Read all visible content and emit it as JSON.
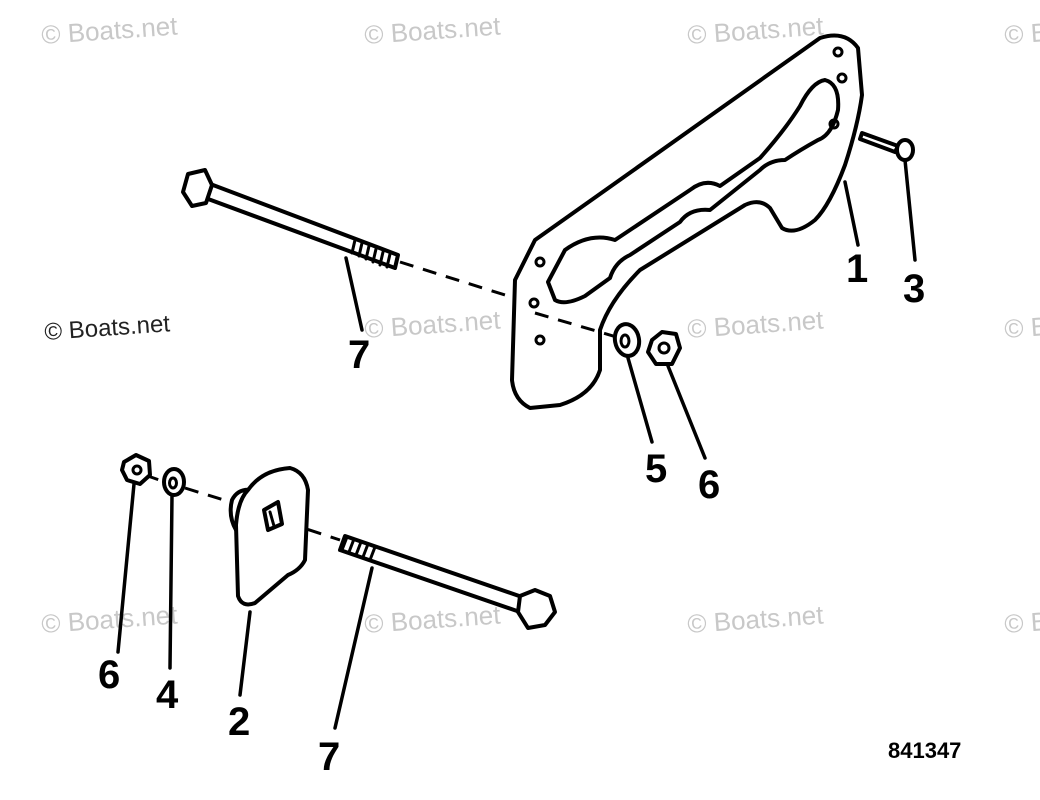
{
  "watermarks": {
    "text": "© Boats.net"
  },
  "callouts": {
    "bracket": "1",
    "plate": "2",
    "screw": "3",
    "washer_lower": "4",
    "washer_upper": "5",
    "nut_upper": "6",
    "nut_lower": "6",
    "bolt_upper": "7",
    "bolt_lower": "7"
  },
  "drawing_code": "841347"
}
